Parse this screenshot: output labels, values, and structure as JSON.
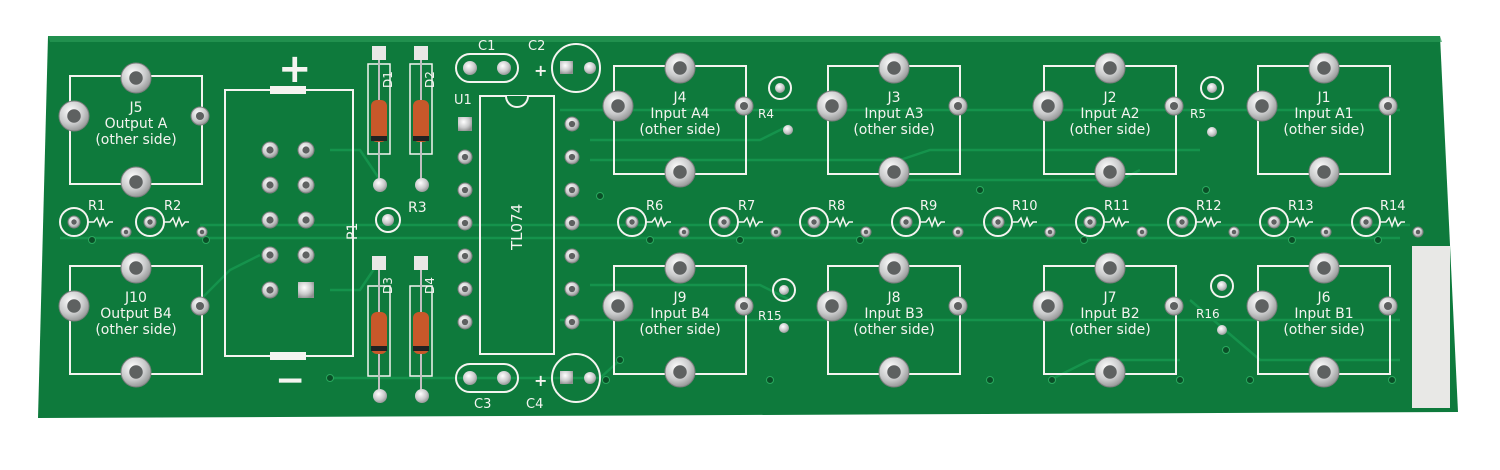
{
  "colors": {
    "board": "#0e7a3c",
    "trace": "#13904a",
    "silk": "#f4f4f0",
    "pad": "#d9dadb",
    "diode": "#c8582a"
  },
  "power": {
    "plus": "+",
    "minus": "−"
  },
  "connector": "P1",
  "ic": {
    "ref": "U1",
    "part": "TL074"
  },
  "diodes": [
    "D1",
    "D2",
    "D3",
    "D4"
  ],
  "caps": {
    "c1": "C1",
    "c2": "C2",
    "c3": "C3",
    "c4": "C4",
    "polarity": "+"
  },
  "jacks": [
    {
      "ref": "J5",
      "line1": "Output A",
      "line2": "(other side)"
    },
    {
      "ref": "J10",
      "line1": "Output B4",
      "line2": "(other side)"
    },
    {
      "ref": "J4",
      "line1": "Input A4",
      "line2": "(other side)"
    },
    {
      "ref": "J3",
      "line1": "Input A3",
      "line2": "(other side)"
    },
    {
      "ref": "J2",
      "line1": "Input A2",
      "line2": "(other side)"
    },
    {
      "ref": "J1",
      "line1": "Input A1",
      "line2": "(other side)"
    },
    {
      "ref": "J9",
      "line1": "Input B4",
      "line2": "(other side)"
    },
    {
      "ref": "J8",
      "line1": "Input B3",
      "line2": "(other side)"
    },
    {
      "ref": "J7",
      "line1": "Input B2",
      "line2": "(other side)"
    },
    {
      "ref": "J6",
      "line1": "Input B1",
      "line2": "(other side)"
    }
  ],
  "resistors": {
    "row": [
      "R1",
      "R2",
      "R6",
      "R7",
      "R8",
      "R9",
      "R10",
      "R11",
      "R12",
      "R13",
      "R14"
    ],
    "r3": "R3",
    "r4": "R4",
    "r5": "R5",
    "r15": "R15",
    "r16": "R16"
  }
}
